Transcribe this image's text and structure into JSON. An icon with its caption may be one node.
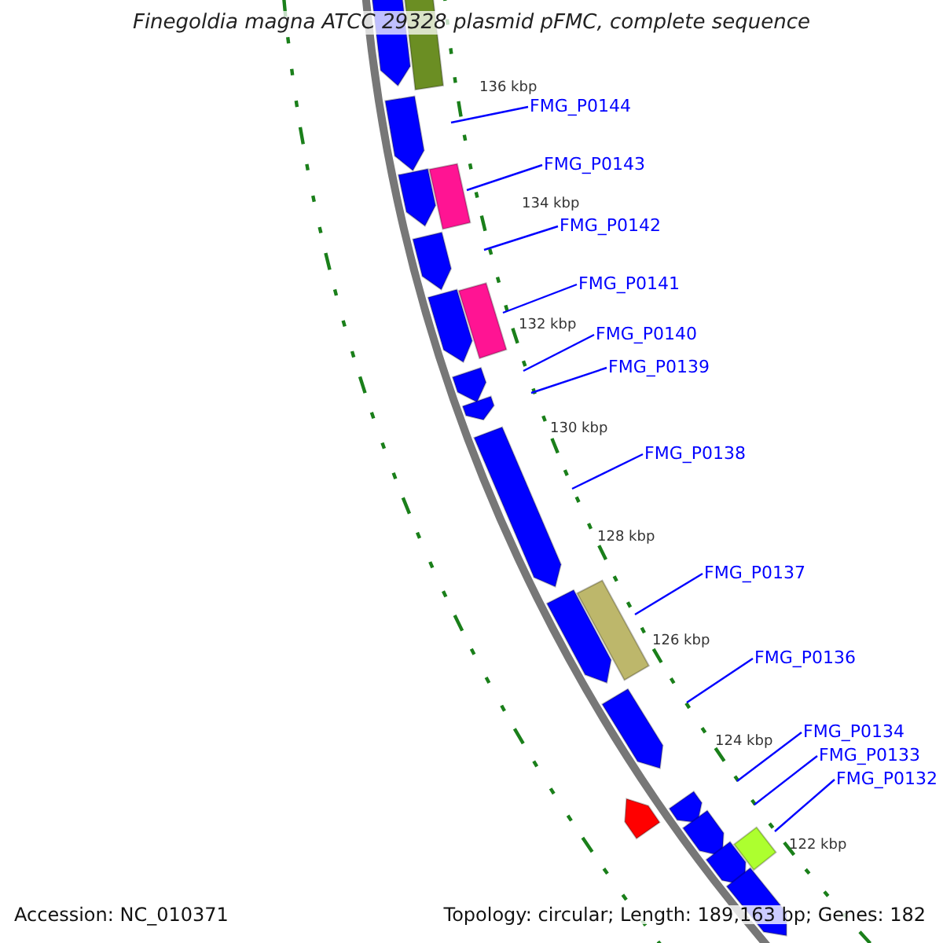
{
  "diagram": {
    "title": "Finegoldia magna ATCC 29328 plasmid pFMC, complete sequence",
    "nodes": [
      {
        "text": [
          "FMG_P0144"
        ]
      },
      {
        "text": [
          "FMG_P0143"
        ]
      },
      {
        "text": [
          "FMG_P0142"
        ]
      },
      {
        "text": [
          "FMG_P0141"
        ]
      },
      {
        "text": [
          "FMG_P0140"
        ]
      },
      {
        "text": [
          "FMG_P0139"
        ]
      },
      {
        "text": [
          "FMG_P0138"
        ]
      },
      {
        "text": [
          "FMG_P0137"
        ]
      },
      {
        "text": [
          "FMG_P0136"
        ]
      },
      {
        "text": [
          "FMG_P0134"
        ]
      },
      {
        "text": [
          "FMG_P0133"
        ]
      },
      {
        "text": [
          "FMG_P0132"
        ]
      }
    ],
    "edges": [
      {
        "from": 0,
        "to": null,
        "arrow": "none"
      },
      {
        "from": 1,
        "to": null,
        "arrow": "none"
      },
      {
        "from": 2,
        "to": null,
        "arrow": "none"
      },
      {
        "from": 3,
        "to": null,
        "arrow": "none"
      },
      {
        "from": 4,
        "to": null,
        "arrow": "none"
      },
      {
        "from": 5,
        "to": null,
        "arrow": "none"
      },
      {
        "from": 6,
        "to": null,
        "arrow": "none"
      },
      {
        "from": 7,
        "to": null,
        "arrow": "none"
      },
      {
        "from": 8,
        "to": null,
        "arrow": "none"
      },
      {
        "from": 9,
        "to": null,
        "arrow": "none"
      },
      {
        "from": 10,
        "to": null,
        "arrow": "none"
      },
      {
        "from": 11,
        "to": null,
        "arrow": "none"
      }
    ],
    "labels": [
      "136 kbp",
      "134 kbp",
      "132 kbp",
      "130 kbp",
      "128 kbp",
      "126 kbp",
      "124 kbp",
      "122 kbp",
      "Accession: NC_010371",
      "Topology: circular; Length: 189,163 bp; Genes: 182"
    ]
  }
}
